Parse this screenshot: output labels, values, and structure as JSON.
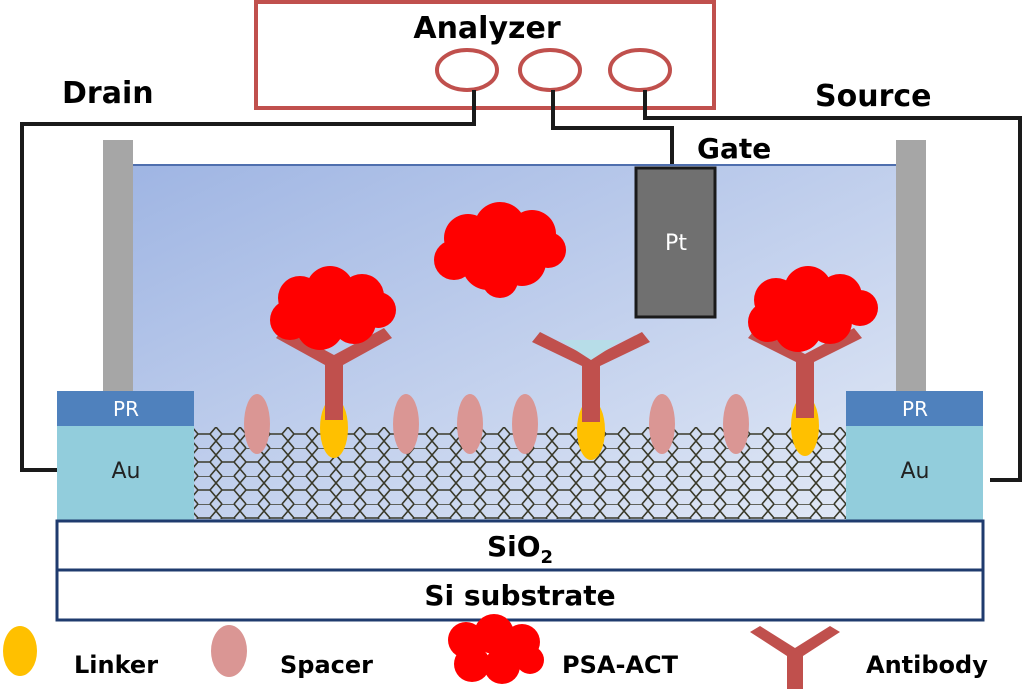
{
  "analyzer": {
    "label": "Analyzer"
  },
  "terminals": {
    "drain": "Drain",
    "source": "Source",
    "gate": "Gate"
  },
  "electrode": {
    "label": "Pt"
  },
  "contacts": {
    "left_pr": "PR",
    "right_pr": "PR",
    "left_au": "Au",
    "right_au": "Au"
  },
  "layers": {
    "oxide_main": "SiO",
    "oxide_sub": "2",
    "substrate": "Si substrate"
  },
  "legend": [
    {
      "label": "Linker",
      "icon": "linker-icon"
    },
    {
      "label": "Spacer",
      "icon": "spacer-icon"
    },
    {
      "label": "PSA-ACT",
      "icon": "psa-act-icon"
    },
    {
      "label": "Antibody",
      "icon": "antibody-icon"
    }
  ],
  "colors": {
    "frame": "#c0504d",
    "liquid_top": "#a8bce6",
    "liquid_bottom": "#dde6f5",
    "pr": "#4f81bd",
    "au": "#92cddc",
    "linker": "#ffc000",
    "spacer": "#da9694",
    "protein": "#ff0000",
    "antibody": "#c0504d",
    "wall": "#a6a6a6",
    "pt": "#707070"
  }
}
